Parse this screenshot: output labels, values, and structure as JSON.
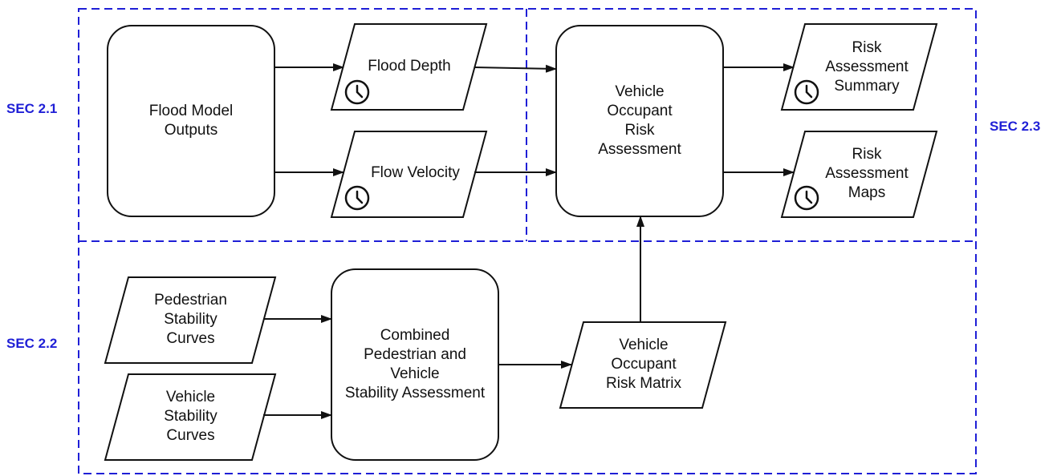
{
  "sections": {
    "sec_2_1": "SEC 2.1",
    "sec_2_2": "SEC 2.2",
    "sec_2_3": "SEC 2.3"
  },
  "nodes": {
    "flood_model_outputs": "Flood Model\nOutputs",
    "flood_depth": "Flood Depth",
    "flow_velocity": "Flow Velocity",
    "vehicle_occupant_risk_assessment": "Vehicle\nOccupant\nRisk\nAssessment",
    "risk_assessment_summary": "Risk\nAssessment\nSummary",
    "risk_assessment_maps": "Risk\nAssessment\nMaps",
    "pedestrian_stability_curves": "Pedestrian\nStability\nCurves",
    "vehicle_stability_curves": "Vehicle\nStability\nCurves",
    "combined_stability_assessment": "Combined\nPedestrian and\nVehicle\nStability Assessment",
    "vehicle_occupant_risk_matrix": "Vehicle\nOccupant\nRisk Matrix"
  },
  "icons": {
    "time_series": "clock-icon"
  },
  "colors": {
    "section_border": "#1f1fd6",
    "section_label": "#1f1fd6",
    "shape_stroke": "#111111",
    "background": "#ffffff"
  }
}
